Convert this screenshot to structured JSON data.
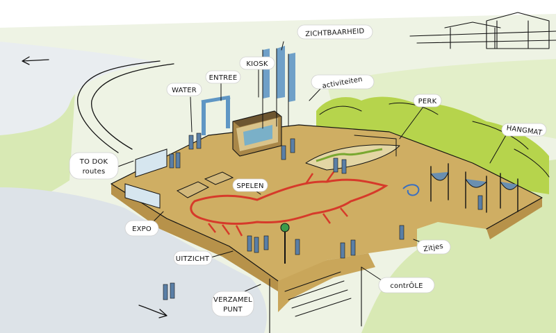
{
  "labels": {
    "zichtbaarheid": "ZICHTBAARHEID",
    "kiosk": "KIOSK",
    "entree": "ENTREE",
    "water": "WATER",
    "activiteiten": "activiteiten",
    "perk": "PERK",
    "hangmat": "HANGMAT",
    "to_dok_routes_line1": "TO DOK",
    "to_dok_routes_line2": "routes",
    "spelen": "SPELEN",
    "expo": "EXPO",
    "uitzicht": "UITZICHT",
    "zitjes": "Zitjes",
    "controle": "contrÔLE",
    "verzamelpunt_line1": "VERZAMEL",
    "verzamelpunt_line2": "PUNT"
  },
  "colors": {
    "deck": "#cfae63",
    "deck_shadow": "#b7924a",
    "grass": "#d8e9b4",
    "water": "#dde3e8",
    "trees": "#b6d44c",
    "crocodile": "#d63a2a",
    "flags": "#6fa0c8"
  }
}
